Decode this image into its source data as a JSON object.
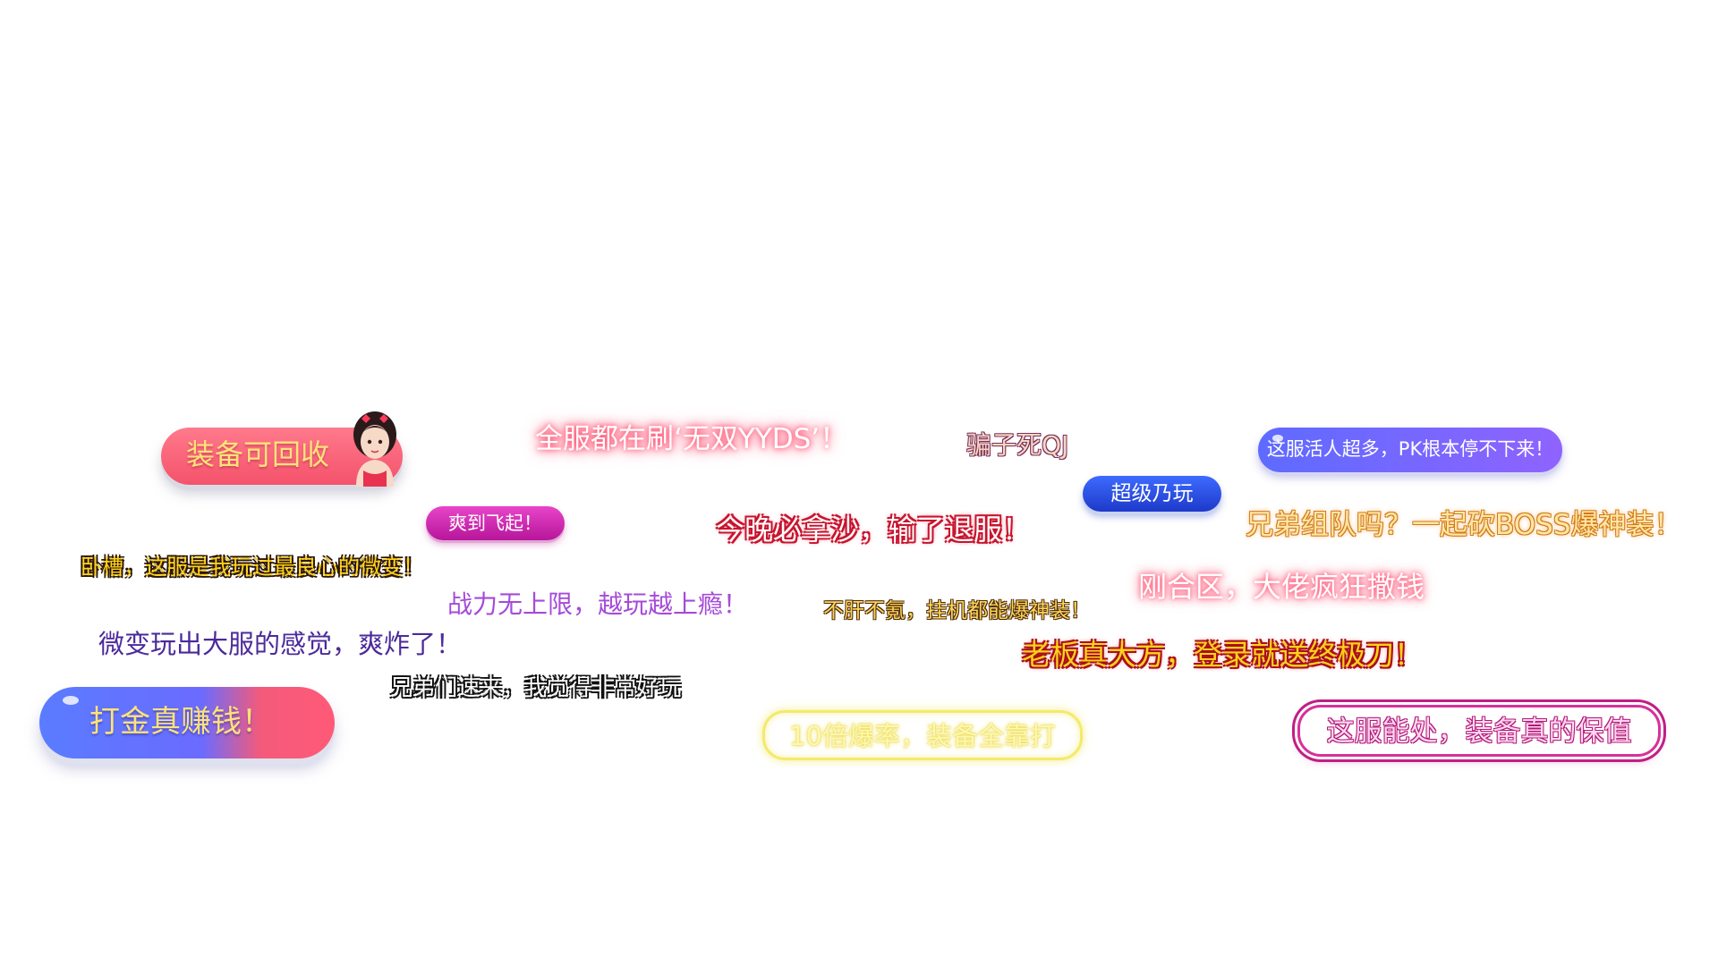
{
  "badges": {
    "recycle": "装备可回收",
    "fly": "爽到飞起！",
    "super": "超级乃玩",
    "pk": "这服活人超多，PK根本停不下来！",
    "gold": "打金真赚钱！",
    "drop": "10倍爆率，装备全靠打",
    "value": "这服能处，装备真的保值"
  },
  "texts": {
    "yyds": "全服都在刷‘无双YYDS’！",
    "scam": "骗子死QJ",
    "sand": "今晚必拿沙，输了退服！",
    "boss": "兄弟组队吗？一起砍BOSS爆神装！",
    "conscience": "卧槽，这服是我玩过最良心的微变！",
    "power": "战力无上限，越玩越上瘾！",
    "afk": "不肝不氪，挂机都能爆神装！",
    "newzone": "刚合区，大佬疯狂撒钱",
    "big": "微变玩出大服的感觉，爽炸了！",
    "boss_generous": "老板真大方，登录就送终极刀！",
    "brothers": "兄弟们速来，我觉得非常好玩"
  },
  "colors": {
    "recycle_pill": "#f4526b",
    "fly_pill": "#c81fa8",
    "super_pill": "#2a4be0",
    "pk_pill": "#6f66ff",
    "gold_pill": "#5a7cff",
    "drop_outline": "#f4ea6a",
    "value_outline": "#d8309a"
  },
  "icons": {
    "avatar": "anime-girl-avatar"
  }
}
